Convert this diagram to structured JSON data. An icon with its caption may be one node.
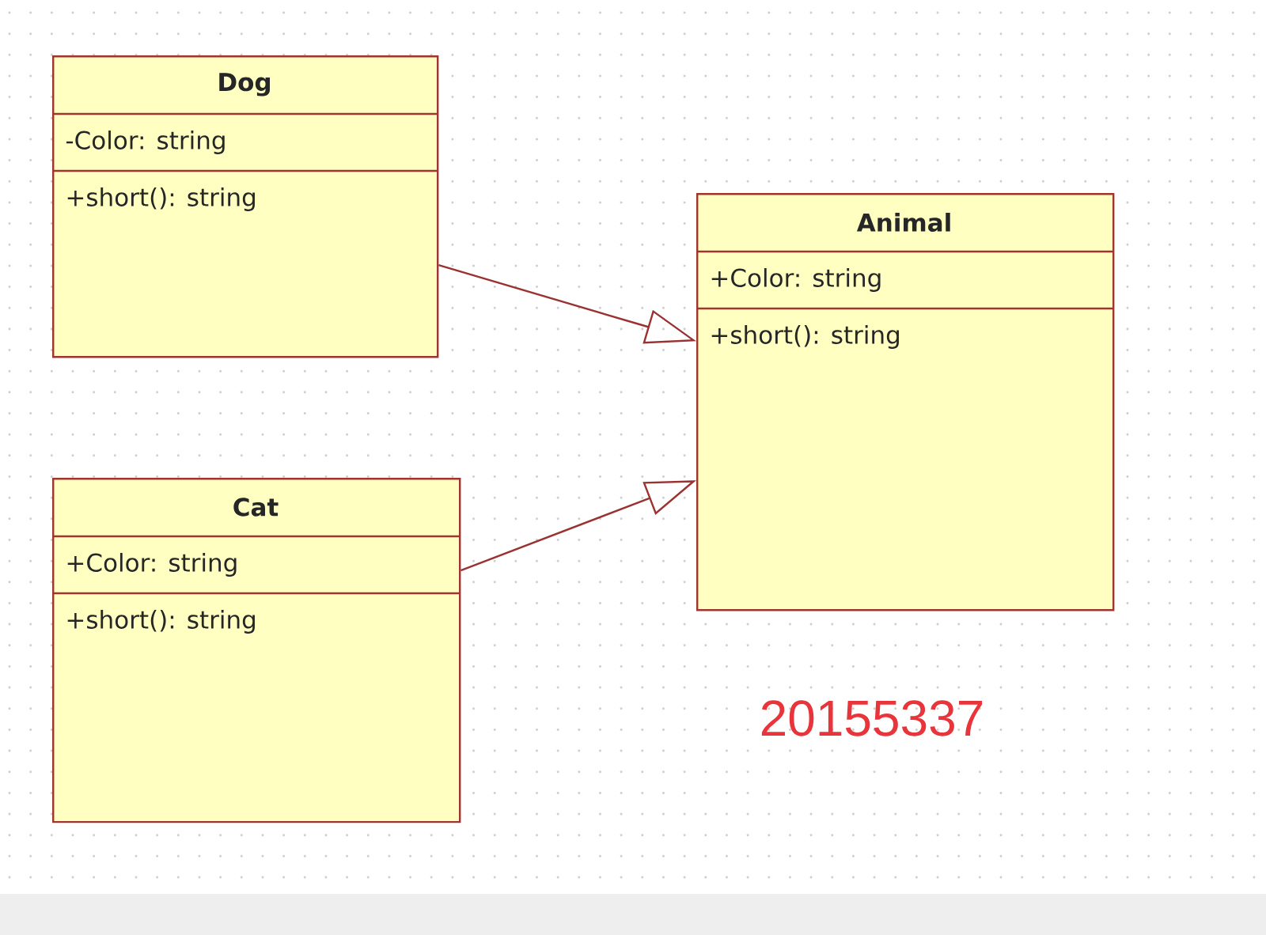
{
  "diagram": {
    "nodes": [
      {
        "text": [
          "Dog",
          "-Color: string",
          "+short(): string"
        ]
      },
      {
        "text": [
          "Animal",
          "+Color: string",
          "+short(): string"
        ]
      },
      {
        "text": [
          "Cat",
          "+Color: string",
          "+short(): string"
        ]
      }
    ],
    "edges": [
      {
        "from": 0,
        "to": 1,
        "arrow": "to"
      },
      {
        "from": 2,
        "to": 1,
        "arrow": "to"
      }
    ],
    "labels": [
      "20155337"
    ]
  }
}
